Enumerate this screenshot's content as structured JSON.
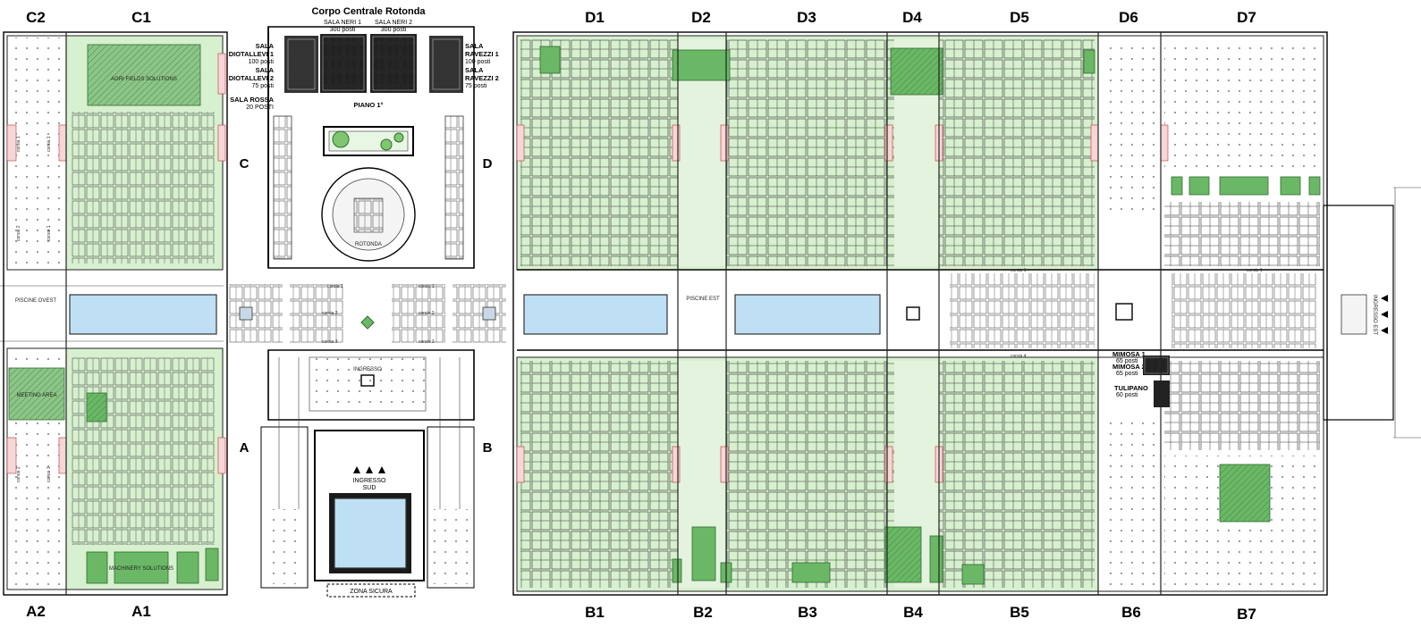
{
  "map": {
    "title": "Corpo Centrale Rotonda",
    "halls": {
      "C2": "C2",
      "C1": "C1",
      "A2": "A2",
      "A1": "A1",
      "D1": "D1",
      "D2": "D2",
      "D3": "D3",
      "D4": "D4",
      "D5": "D5",
      "D6": "D6",
      "D7": "D7",
      "B1": "B1",
      "B2": "B2",
      "B3": "B3",
      "B4": "B4",
      "B5": "B5",
      "B6": "B6",
      "B7": "B7"
    },
    "wings": {
      "A": "A",
      "B": "B",
      "C": "C",
      "D": "D"
    },
    "rooms": {
      "sala_neri_1": "SALA NERI 1",
      "sala_neri_1_seats": "300 posti",
      "sala_neri_2": "SALA NERI 2",
      "sala_neri_2_seats": "300 posti",
      "sala": "SALA",
      "diotallevi_1": "DIOTALLEVI 1",
      "diotallevi_1_seats": "100 posti",
      "diotallevi_2": "DIOTALLEVI 2",
      "diotallevi_2_seats": "75 posti",
      "sala_rossa": "SALA ROSSA",
      "sala_rossa_seats": "20 POSTI",
      "ravezzi_1": "RAVEZZI 1",
      "ravezzi_1_seats": "100 posti",
      "ravezzi_2": "RAVEZZI 2",
      "ravezzi_2_seats": "75 posti",
      "piano": "PIANO 1°",
      "rotonda": "ROTONDA",
      "mimosa_1": "MIMOSA 1",
      "mimosa_1_seats": "65 posti",
      "mimosa_2": "MIMOSA 2",
      "mimosa_2_seats": "65 posti",
      "tulipano": "TULIPANO",
      "tulipano_seats": "60 posti"
    },
    "areas": {
      "agri_fields": "AGRI FIELDS SOLUTIONS",
      "meeting_area": "MEETING AREA",
      "machinery": "MACHINERY SOLUTIONS",
      "piscine_ovest": "PISCINE OVEST",
      "piscine_est": "PISCINE EST",
      "ingresso_sud_1": "INGRESSO",
      "ingresso_sud_2": "SUD",
      "zona_sicura": "ZONA SICURA",
      "ingresso_est": "INGRESSO EST",
      "ingresso": "INGRESSO"
    },
    "aisles": {
      "corsia_1": "corsia 1",
      "corsia_2": "corsia 2",
      "corsia_3": "corsia 3",
      "corsia_4": "corsia 4"
    },
    "colors": {
      "hall_fill": "#d7f0cf",
      "highlight": "#6ab866",
      "pool": "#bfe0f4",
      "walls": "#000000"
    }
  }
}
